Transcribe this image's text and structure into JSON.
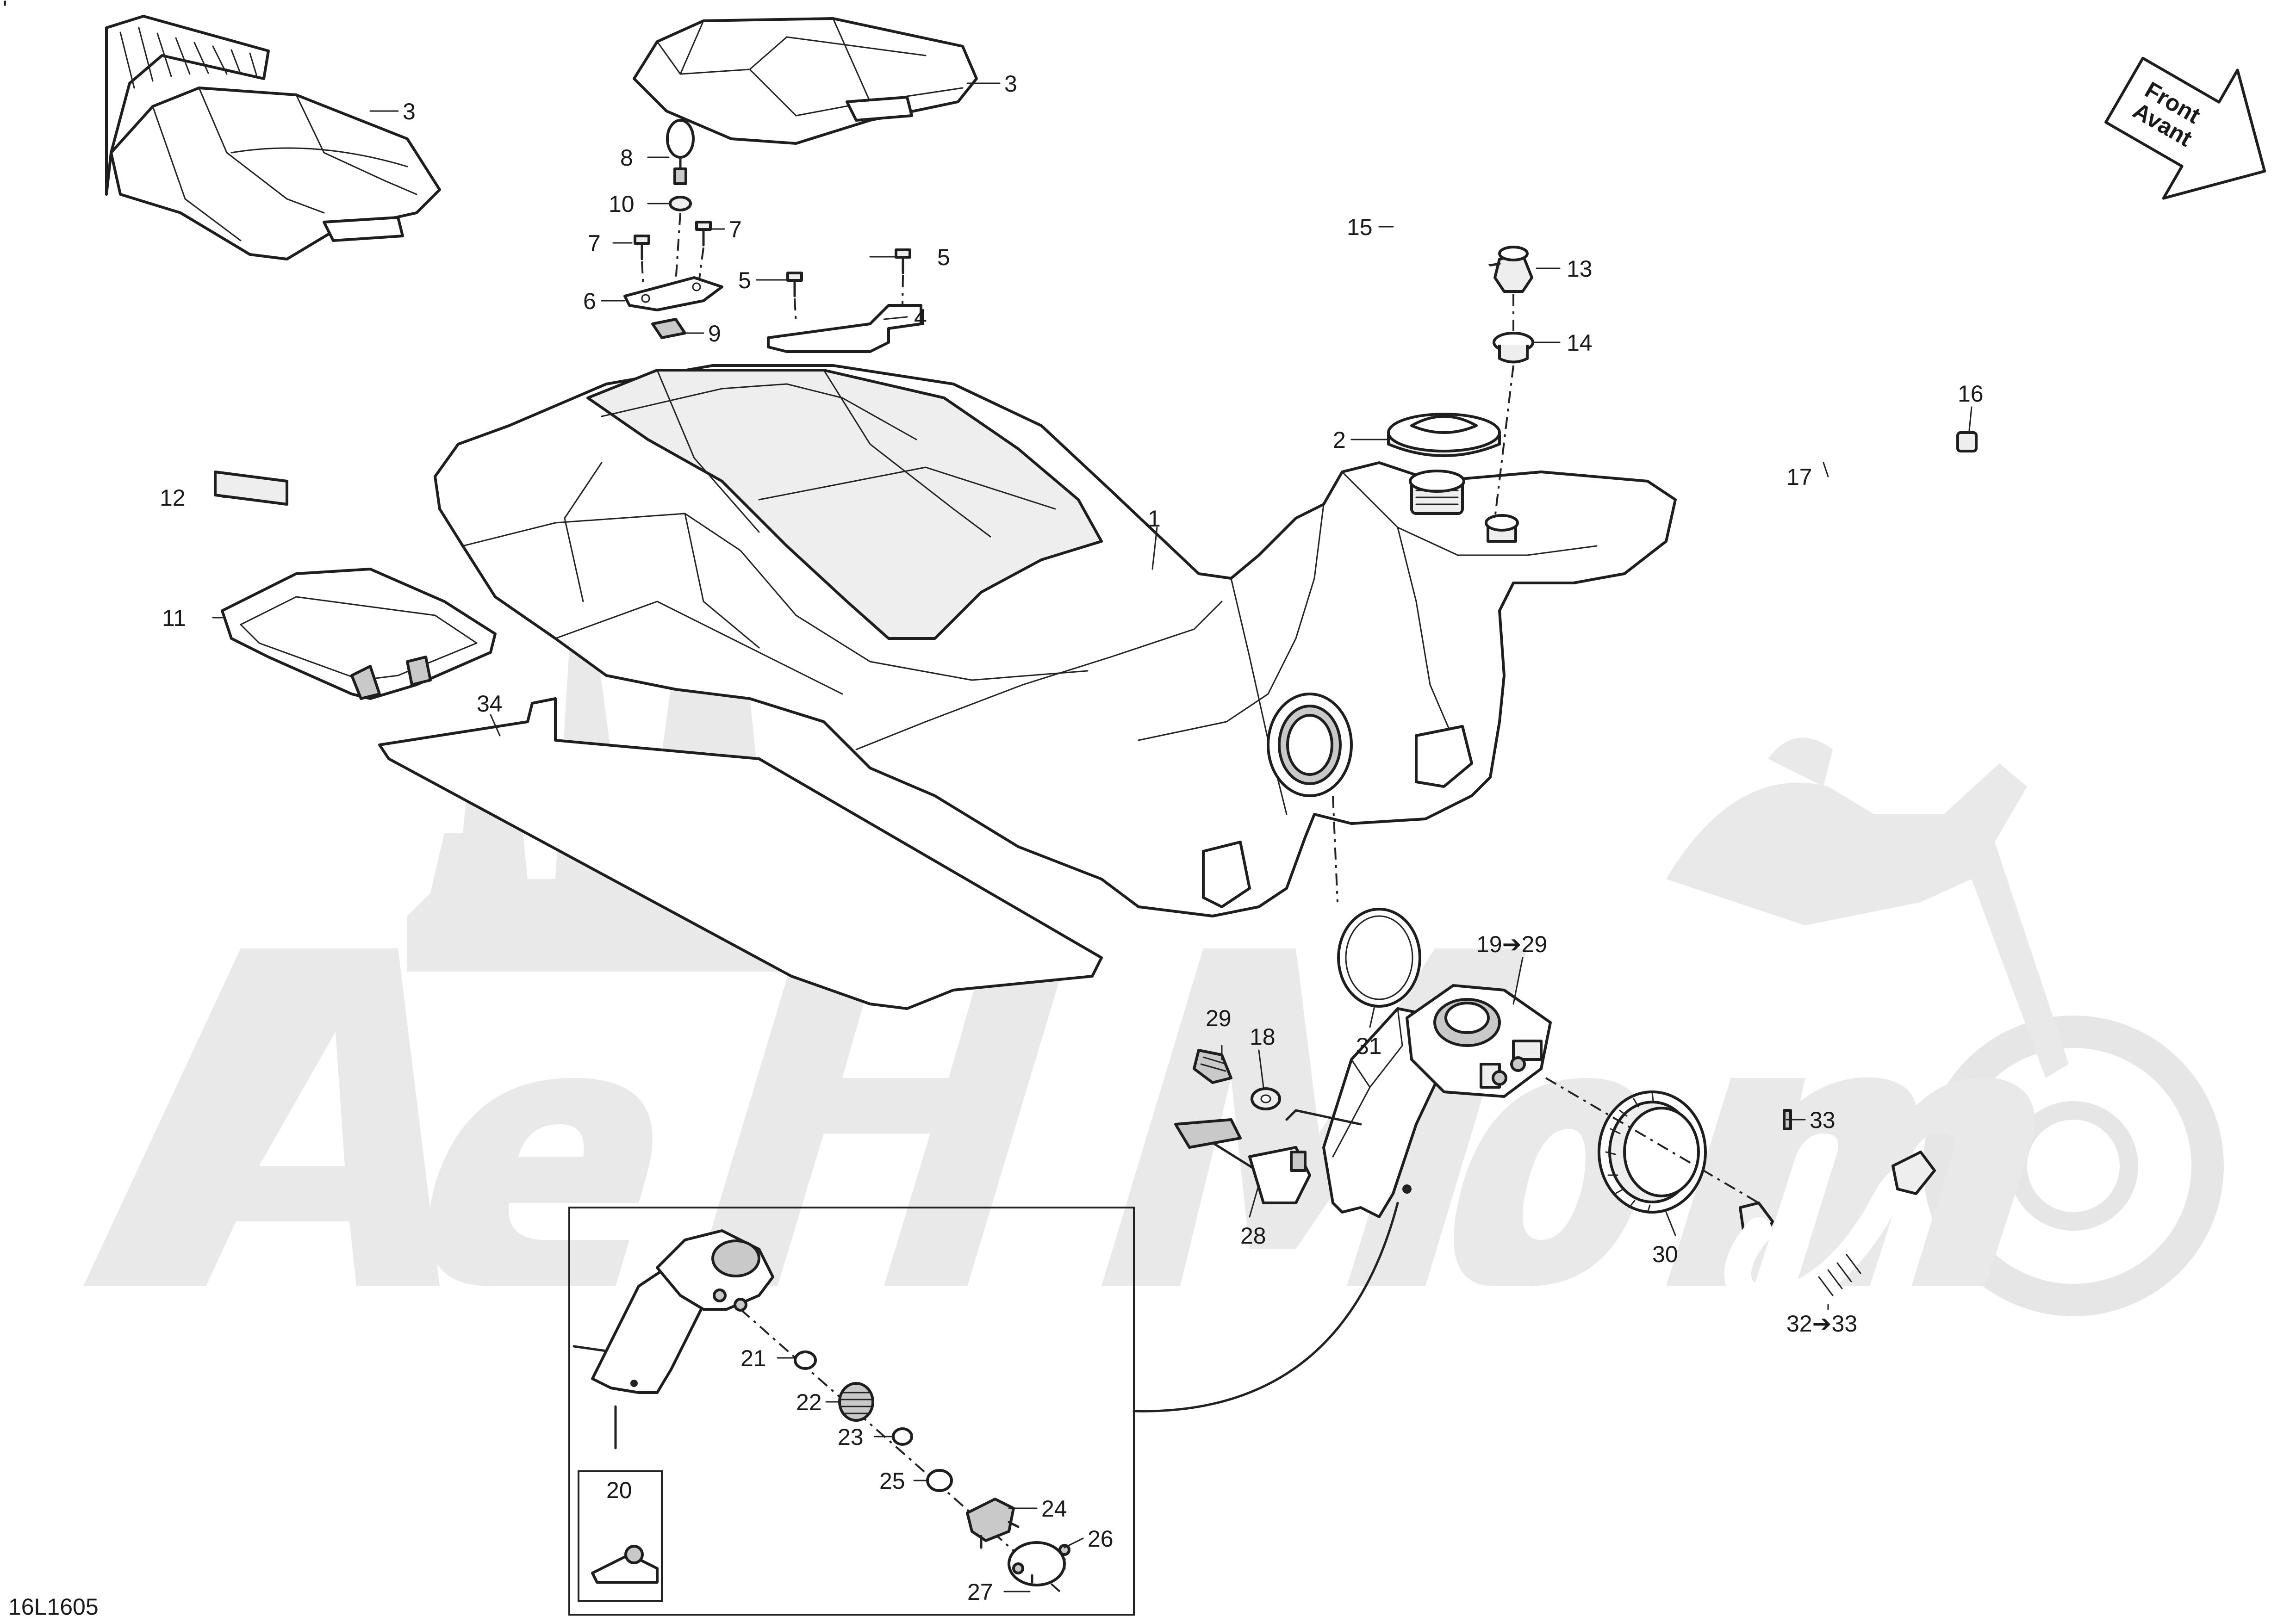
{
  "drawing_code": "16L1605",
  "top_mark": "'",
  "front_arrow": {
    "line1": "Front",
    "line2": "Avant"
  },
  "watermark": {
    "text": "AeHMoto"
  },
  "callouts": {
    "c1": "1",
    "c2": "2",
    "c3a": "3",
    "c3b": "3",
    "c4": "4",
    "c5a": "5",
    "c5b": "5",
    "c6": "6",
    "c7a": "7",
    "c7b": "7",
    "c8": "8",
    "c9": "9",
    "c10": "10",
    "c11": "11",
    "c12": "12",
    "c13": "13",
    "c14": "14",
    "c15": "15",
    "c16": "16",
    "c17": "17",
    "c18": "18",
    "c19": "19➔29",
    "c20": "20",
    "c21": "21",
    "c22": "22",
    "c23": "23",
    "c24": "24",
    "c25": "25",
    "c26": "26",
    "c27": "27",
    "c28": "28",
    "c29": "29",
    "c30": "30",
    "c31": "31",
    "c32": "32➔33",
    "c33": "33",
    "c34": "34"
  }
}
